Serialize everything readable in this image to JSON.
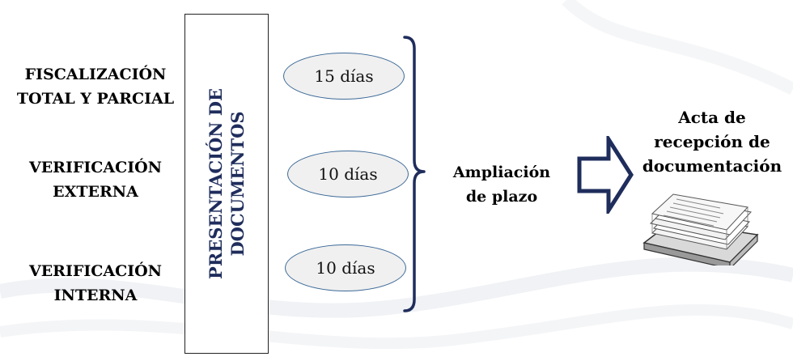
{
  "left_labels": [
    {
      "lines": [
        "FISCALIZACIÓN",
        "TOTAL Y PARCIAL"
      ]
    },
    {
      "lines": [
        "VERIFICACIÓN",
        "EXTERNA"
      ]
    },
    {
      "lines": [
        "VERIFICACIÓN",
        "INTERNA"
      ]
    }
  ],
  "vertical_box": {
    "lines": [
      "PRESENTACIÓN DE",
      "DOCUMENTOS"
    ]
  },
  "pills": [
    "15 días",
    "10 días",
    "10 días"
  ],
  "middle_label": {
    "lines": [
      "Ampliación",
      "de plazo"
    ]
  },
  "right_label": {
    "lines": [
      "Acta de",
      "recepción de",
      "documentación"
    ]
  },
  "icons": {
    "arrow": "right-arrow-icon",
    "documents": "document-stack-icon"
  },
  "colors": {
    "navy": "#1f2d5c",
    "pill_border": "#3d6a98",
    "pill_fill": "#f0f0f0"
  }
}
